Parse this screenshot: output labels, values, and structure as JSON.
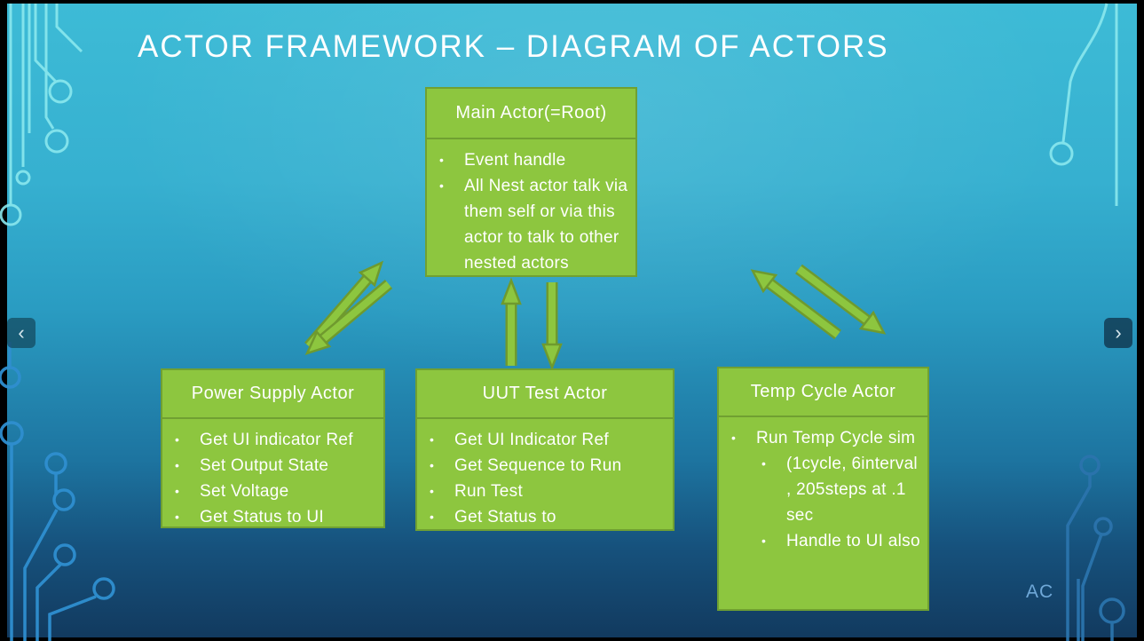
{
  "slide": {
    "title": "ACTOR FRAMEWORK – DIAGRAM OF ACTORS",
    "footer_initials": "AC"
  },
  "colors": {
    "box_fill": "#8dc63f",
    "box_border": "#70a032",
    "background_top": "#3dbbd6",
    "background_bottom": "#123a5f",
    "circuit_top": "#8ae8ee",
    "circuit_bottom": "#2f8fd0",
    "text": "#ffffff"
  },
  "boxes": {
    "main": {
      "title": "Main Actor(=Root)",
      "bullets": [
        "Event handle",
        "All Nest actor talk via them self or via this actor to talk to other nested actors"
      ]
    },
    "power": {
      "title": "Power Supply Actor",
      "bullets": [
        "Get UI indicator Ref",
        "Set Output State",
        "Set Voltage",
        "Get Status to UI"
      ]
    },
    "uut": {
      "title": "UUT Test Actor",
      "bullets": [
        "Get UI Indicator Ref",
        "Get Sequence to Run",
        "Run Test",
        "Get Status to"
      ]
    },
    "temp": {
      "title": "Temp Cycle Actor",
      "bullets": [
        "Run Temp Cycle sim"
      ],
      "sub_bullets": [
        "(1cycle, 6interval , 205steps at .1 sec",
        "Handle to UI also"
      ]
    }
  },
  "bullet_marker": "•",
  "nav": {
    "prev_symbol": "‹",
    "next_symbol": "›"
  }
}
